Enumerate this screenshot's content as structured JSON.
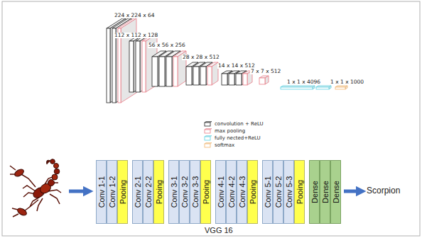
{
  "diagram": {
    "nodes": [
      {
        "text": [
          "Conv 1-1"
        ]
      },
      {
        "text": [
          "Conv 1-2"
        ]
      },
      {
        "text": [
          "Pooing"
        ]
      },
      {
        "text": [
          "Conv 2-1"
        ]
      },
      {
        "text": [
          "Conv 2-2"
        ]
      },
      {
        "text": [
          "Pooing"
        ]
      },
      {
        "text": [
          "Conv 3-1"
        ]
      },
      {
        "text": [
          "Conv 3-2"
        ]
      },
      {
        "text": [
          "Conv 3-3"
        ]
      },
      {
        "text": [
          "Pooing"
        ]
      },
      {
        "text": [
          "Conv 4-1"
        ]
      },
      {
        "text": [
          "Conv 4-2"
        ]
      },
      {
        "text": [
          "Conv 4-3"
        ]
      },
      {
        "text": [
          "Pooing"
        ]
      },
      {
        "text": [
          "Conv 5-1"
        ]
      },
      {
        "text": [
          "Conv 5-2"
        ]
      },
      {
        "text": [
          "Conv 5-3"
        ]
      },
      {
        "text": [
          "Pooing"
        ]
      },
      {
        "text": [
          "Dense"
        ]
      },
      {
        "text": [
          "Dense"
        ]
      },
      {
        "text": [
          "Dense"
        ]
      }
    ],
    "labels": [
      "224 x 224 x 64",
      "112 x 112 x 128",
      "56 x 56 x 256",
      "28 x 28 x 512",
      "14 x 14 x 512",
      "7 x 7 x 512",
      "1 x 1 x 4096",
      "1 x 1 x 1000",
      "Scorpion",
      "VGG 16"
    ],
    "legend": [
      {
        "text": "convolution + ReLU"
      },
      {
        "text": "max pooling"
      },
      {
        "text": "fully nected+ReLU"
      },
      {
        "text": "softmax"
      }
    ]
  }
}
